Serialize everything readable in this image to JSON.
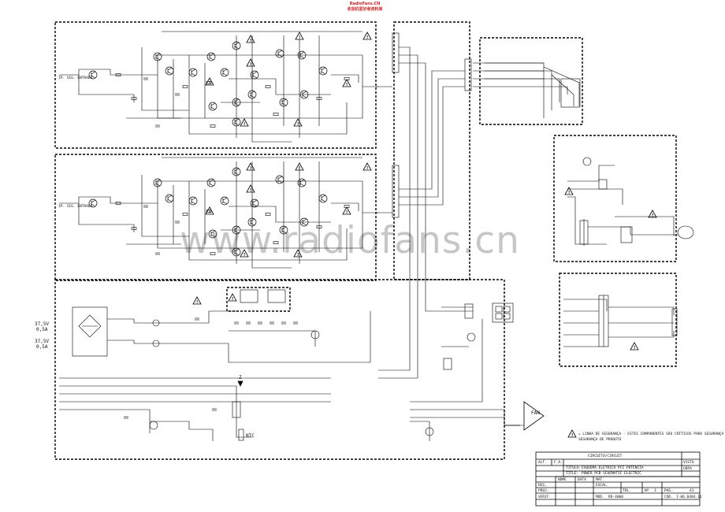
{
  "logo": {
    "line1": "RadioFans.CN",
    "line2": "收音机爱好者资料库"
  },
  "watermark": "www.radiofans.cn",
  "blocks": {
    "input_label": "IP. SIG. ENTRADA",
    "input_label2": "IP. SIG. ENTRADA",
    "supply_left_1": "37,5V",
    "supply_left_2": "0,5A",
    "supply_left_3": "37,5V",
    "supply_left_4": "0,5A",
    "ntc": "NTC",
    "fan_tag": "FAN",
    "z_mark": "Z"
  },
  "notes": {
    "warning": "= LINHA DE SEGURANÇA - ESTES COMPONENTES SÃO CRÍTICOS PARA SEGURANÇA",
    "warning2": "SEGURANÇA DE PRODUTO"
  },
  "title_block": {
    "circuit_label": "CIRCUITO/CIRCUIT",
    "rev_label": "ALT.",
    "fa_label": "F.A.",
    "titulo_label": "TITULO:",
    "titulo_value": "ESQUEMA ELETRICO PCI POTENCIA",
    "title_label": "TITLE:",
    "title_value": "POWER PCB SCHEMATIC ELECTRIC",
    "visto_label": "VISTO",
    "grupo_label": "GRPA",
    "nome_label": "NOME",
    "data_label": "DATA",
    "mat_label": "MAT.",
    "des_label": "DES.",
    "proj_label": "PROJ.",
    "verif_label": "VERIF.",
    "escala_label": "ESCAL.",
    "tol_label": "TOL.",
    "num_label": "Nº",
    "pag_label": "PAG.",
    "mod_label": "MOD.",
    "mod_value": "RD-4000",
    "cod_label": "COD.",
    "cod_value": "I-06.0484.16",
    "sheet_value": "A1",
    "fl_value": "3"
  }
}
